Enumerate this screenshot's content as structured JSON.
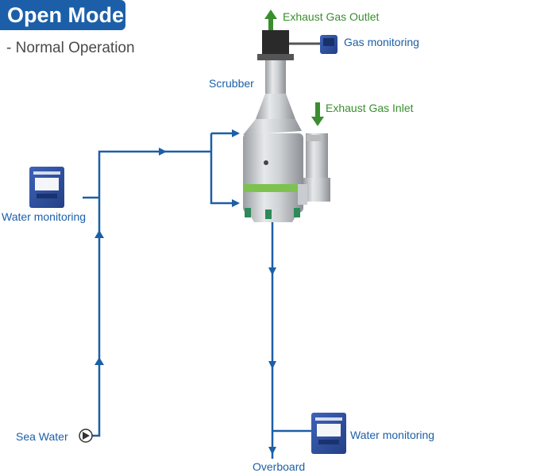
{
  "header": {
    "title": "Open Mode",
    "subtitle": "- Normal Operation"
  },
  "labels": {
    "exhaust_outlet": "Exhaust Gas Outlet",
    "gas_monitoring": "Gas monitoring",
    "scrubber": "Scrubber",
    "exhaust_inlet": "Exhaust Gas Inlet",
    "water_monitoring_left": "Water monitoring",
    "water_monitoring_right": "Water monitoring",
    "sea_water": "Sea Water",
    "overboard": "Overboard"
  },
  "colors": {
    "pipe": "#1c5fa8",
    "exhaust_arrow": "#3a8e2e",
    "title_bg": "#1c5fa8",
    "monitor_box": "#2f4f9c"
  }
}
